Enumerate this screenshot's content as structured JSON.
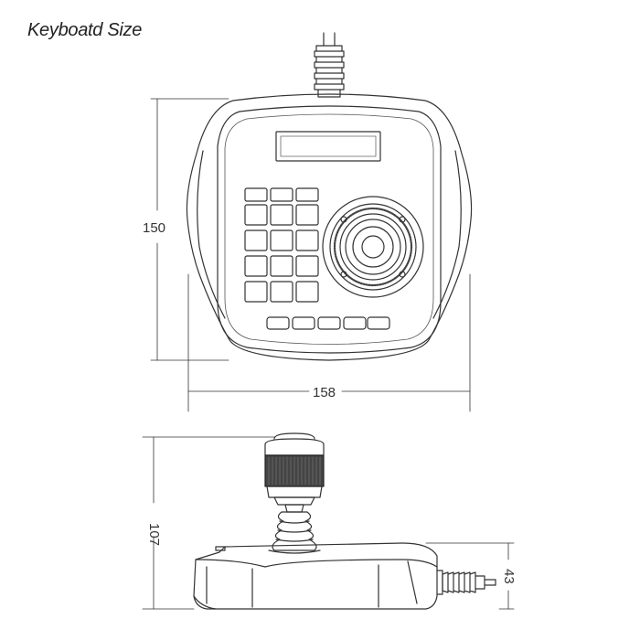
{
  "title": "Keyboatd Size",
  "dimensions": {
    "top_view_height": "150",
    "top_view_width": "158",
    "side_view_total_height": "107",
    "side_view_base_height": "43"
  },
  "keypad": {
    "top_row_keys": 3,
    "grid_rows": 4,
    "grid_cols": 3,
    "bottom_row_keys": 5
  }
}
